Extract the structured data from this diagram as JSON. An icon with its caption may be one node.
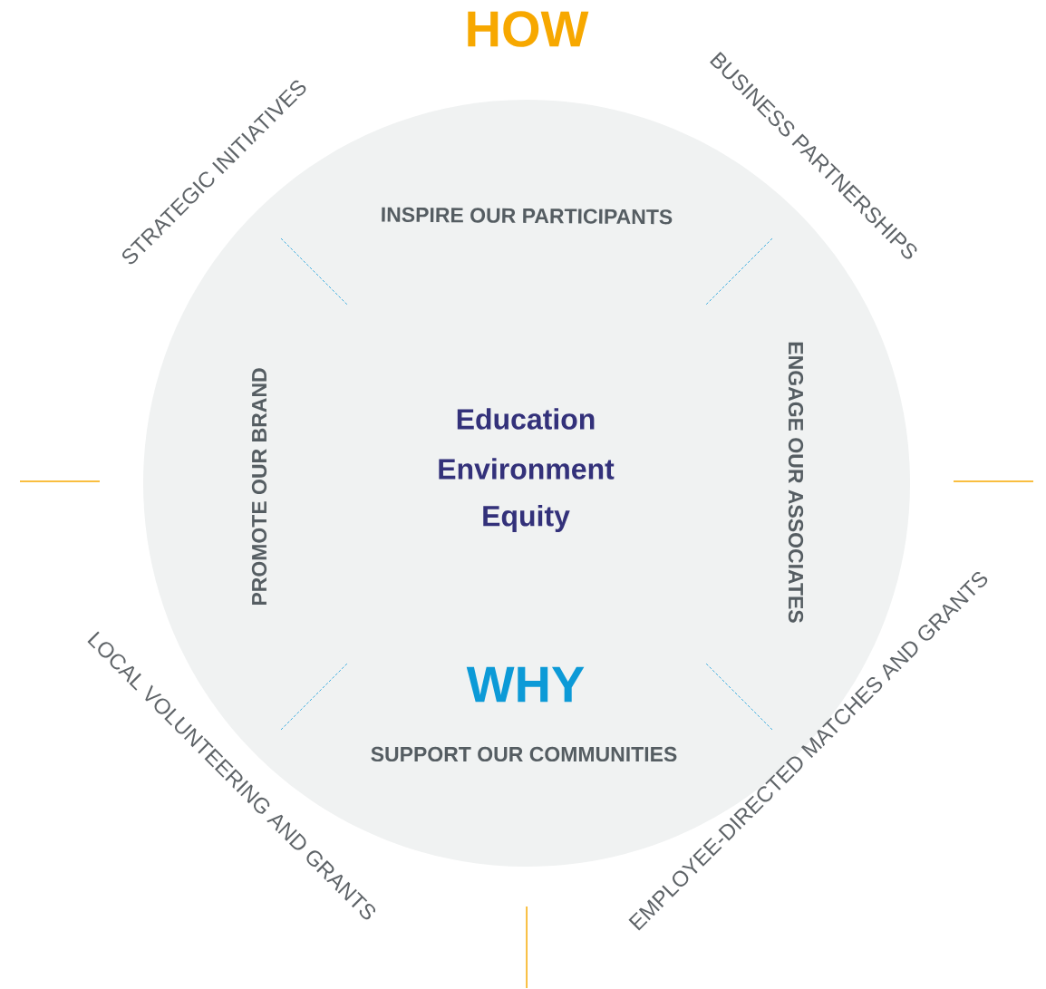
{
  "diagram": {
    "title": "HOW",
    "nodes": [
      {
        "text": [
          "INSPIRE OUR PARTICIPANTS",
          "PROMOTE OUR BRAND",
          "Education",
          "Environment",
          "Equity",
          "ENGAGE OUR ASSOCIATES",
          "WHY",
          "SUPPORT OUR COMMUNITIES"
        ]
      }
    ],
    "labels": [
      "STRATEGIC INITIATIVES",
      "BUSINESS PARTNERSHIPS",
      "EMPLOYEE-DIRECTED MATCHES AND GRANTS",
      "LOCAL VOLUNTEERING AND GRANTS"
    ]
  }
}
